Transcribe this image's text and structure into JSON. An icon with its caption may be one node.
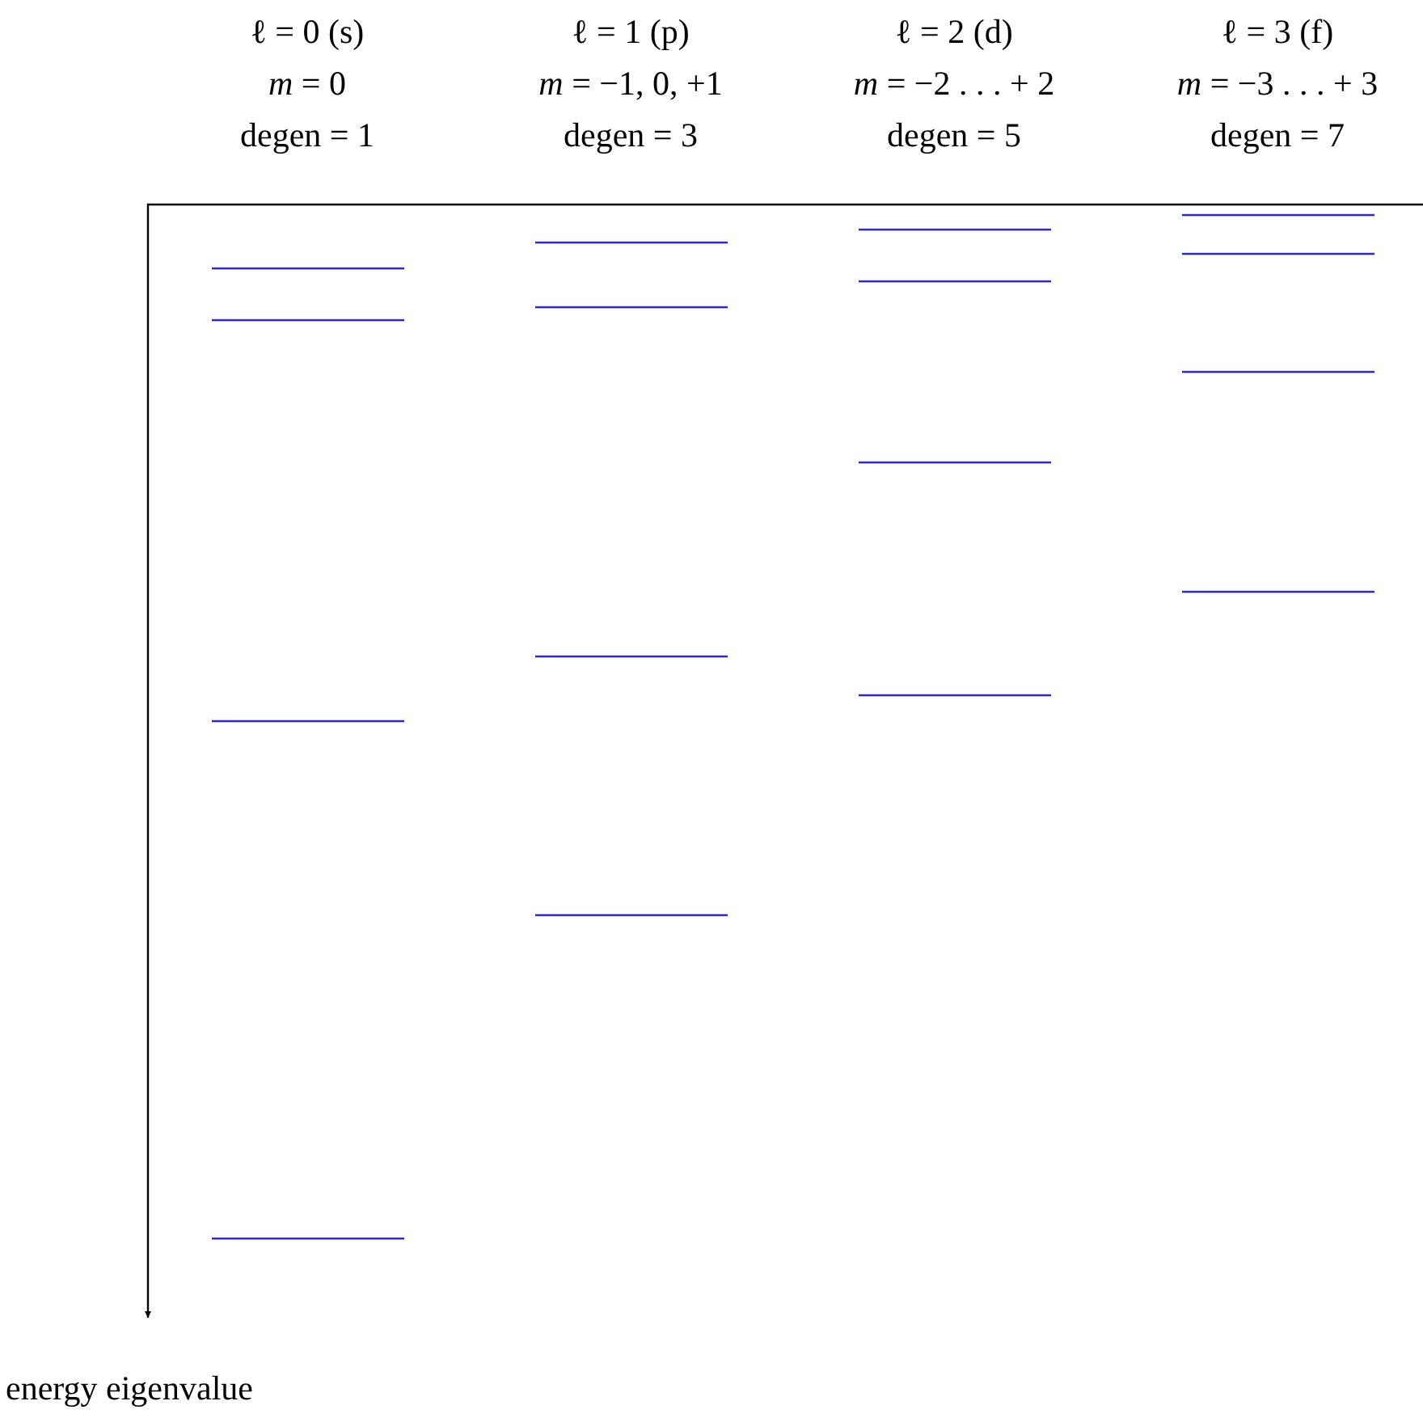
{
  "diagram": {
    "labels": [
      "ℓ = 0 (s)",
      "ℓ = 1 (p)",
      "ℓ = 2 (d)",
      "ℓ = 3 (f)",
      "*m* = 0",
      "*m* = −1, 0, +1",
      "*m* = −2 . . . + 2",
      "*m* = −3 . . . + 3",
      "degen = 1",
      "degen = 3",
      "degen = 5",
      "degen = 7",
      "energy eigenvalue"
    ]
  }
}
